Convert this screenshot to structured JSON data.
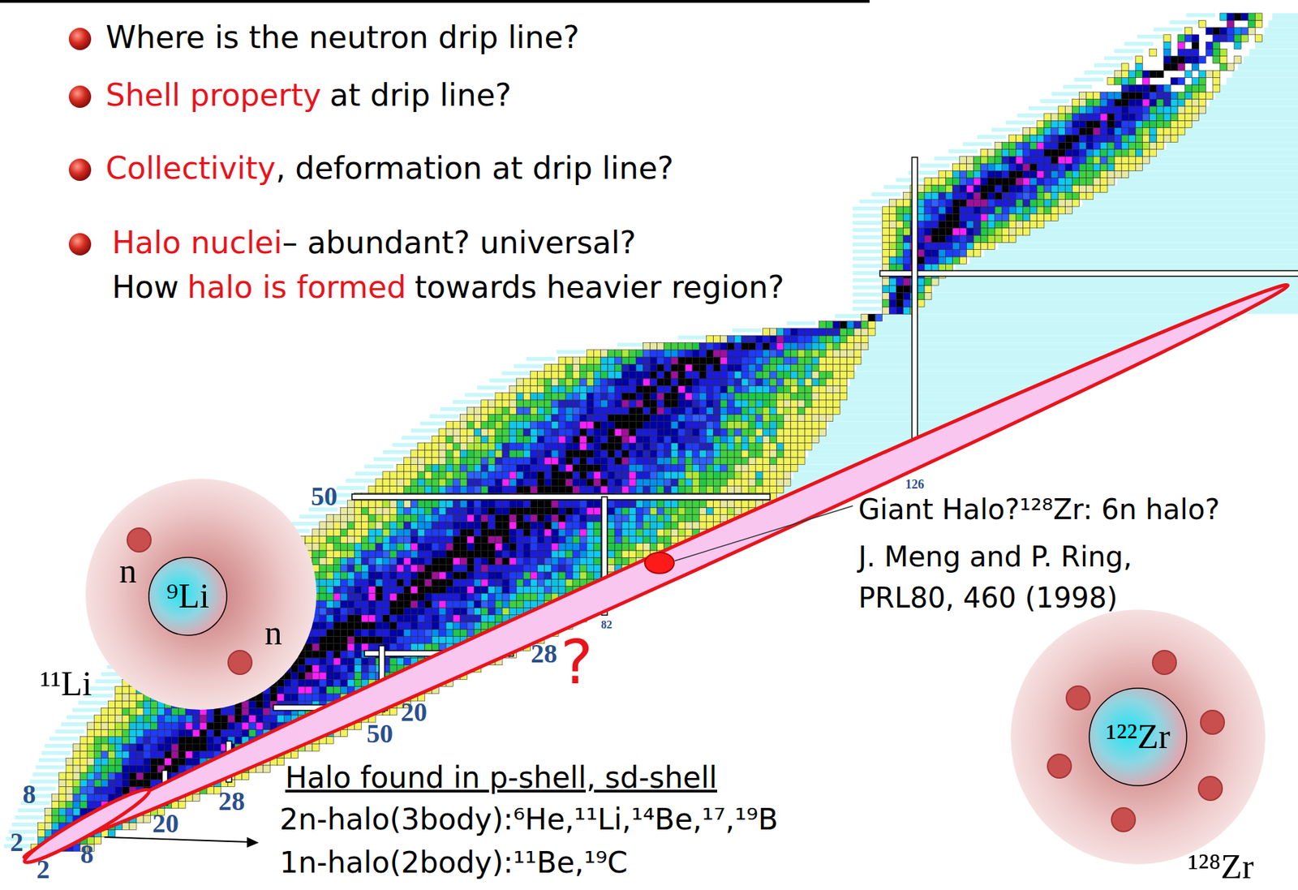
{
  "diagram": {
    "nodes": [
      {
        "text": [
          "n",
          "n",
          "¹¹Li"
        ]
      },
      {
        "text": [
          "⁹Li"
        ],
        "in": 0
      },
      {
        "text": [
          "¹²⁸Zr"
        ]
      },
      {
        "text": [
          "¹²²Zr"
        ],
        "in": 2
      }
    ],
    "labels": [
      "Where is the neutron drip line?",
      "Shell property",
      "at drip line?",
      "Collectivity",
      ", deformation at drip line?",
      "Halo nuclei",
      "– abundant? universal?",
      "How",
      "halo is formed",
      "towards heavier region?",
      "50",
      "28",
      "?",
      "20",
      "50",
      "82",
      "126",
      "Giant Halo?¹²⁸Zr: 6n halo?",
      "J. Meng and P. Ring,",
      "PRL80, 460 (1998)",
      "Halo found in p-shell, sd-shell",
      "2n-halo(3body):⁶He,¹¹Li,¹⁴Be,¹⁷,¹⁹B",
      "1n-halo(2body):¹¹Be,¹⁹C",
      "8",
      "2",
      "2",
      "8",
      "20",
      "28"
    ]
  }
}
